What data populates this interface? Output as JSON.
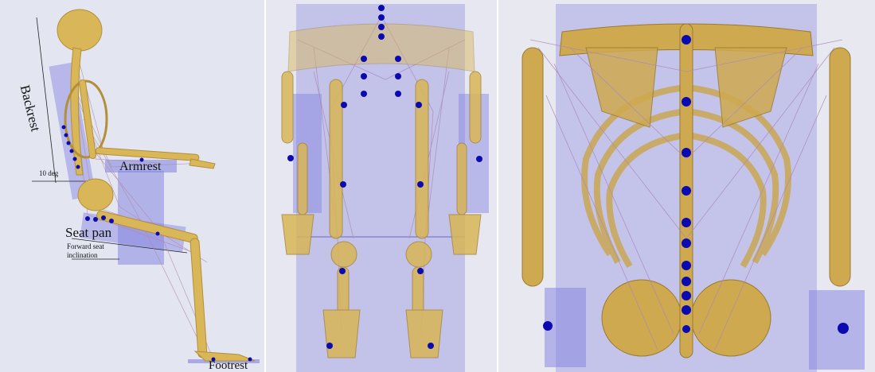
{
  "labels": {
    "backrest": "Backrest",
    "armrest": "Armrest",
    "seat_pan": "Seat pan",
    "forward_seat_line1": "Forward seat",
    "forward_seat_line2": "inclination",
    "ten_deg": "10 deg",
    "footrest": "Footrest"
  },
  "colors": {
    "bone": "#d9b657",
    "muscle": "#9a7fa8",
    "support_box": "#8080e0",
    "contact_point": "#0a0ab0",
    "background": "#e4e6f1"
  }
}
